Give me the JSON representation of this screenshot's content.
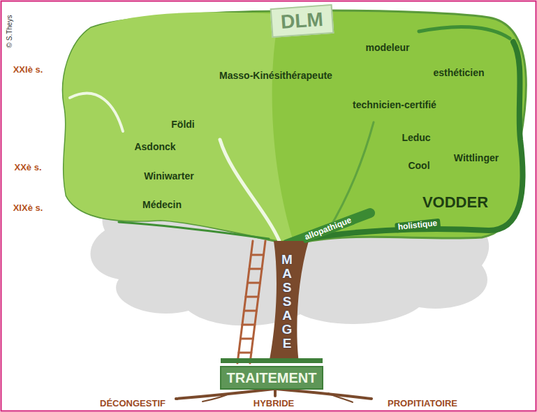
{
  "diagram": {
    "nodes": [
      {
        "text": [
          "DLM"
        ]
      },
      {
        "text": [
          "TRAITEMENT"
        ]
      }
    ],
    "labels": [
      "© S.Theys",
      "XXIè s.",
      "modeleur",
      "esthéticien",
      "Masso-Kinésithérapeute",
      "technicien-certifié",
      "Földi",
      "Leduc",
      "Asdonck",
      "Cool",
      "Wittlinger",
      "XXè s.",
      "Winiwarter",
      "VODDER",
      "Médecin",
      "XIXè s.",
      "allopathique",
      "holistique",
      "MASSAGE",
      "DÉCONGESTIF",
      "HYBRIDE",
      "PROPITIATOIRE"
    ]
  }
}
